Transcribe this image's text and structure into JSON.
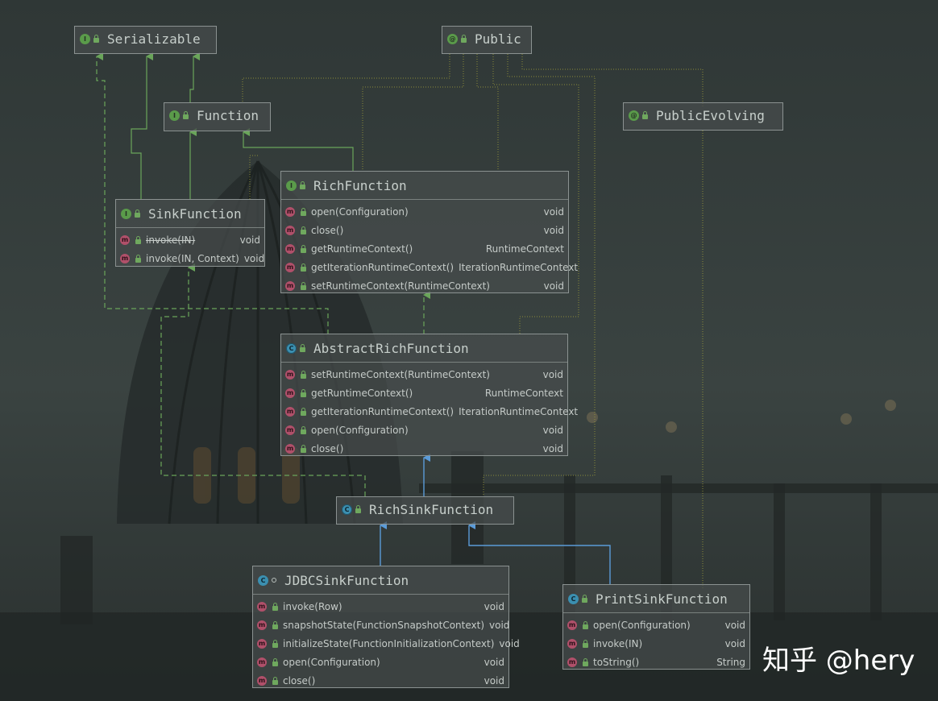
{
  "nodes": {
    "serializable": {
      "title": "Serializable",
      "kind": "I"
    },
    "public": {
      "title": "Public",
      "kind": "@"
    },
    "function": {
      "title": "Function",
      "kind": "I"
    },
    "public_evolving": {
      "title": "PublicEvolving",
      "kind": "@"
    },
    "rich_function": {
      "title": "RichFunction",
      "kind": "I",
      "methods": [
        {
          "name": "open(Configuration)",
          "type": "void"
        },
        {
          "name": "close()",
          "type": "void"
        },
        {
          "name": "getRuntimeContext()",
          "type": "RuntimeContext"
        },
        {
          "name": "getIterationRuntimeContext()",
          "type": "IterationRuntimeContext"
        },
        {
          "name": "setRuntimeContext(RuntimeContext)",
          "type": "void"
        }
      ]
    },
    "sink_function": {
      "title": "SinkFunction",
      "kind": "I",
      "methods": [
        {
          "name": "invoke(IN)",
          "type": "void"
        },
        {
          "name": "invoke(IN, Context)",
          "type": "void"
        }
      ]
    },
    "abstract_rich_function": {
      "title": "AbstractRichFunction",
      "kind": "C",
      "methods": [
        {
          "name": "setRuntimeContext(RuntimeContext)",
          "type": "void"
        },
        {
          "name": "getRuntimeContext()",
          "type": "RuntimeContext"
        },
        {
          "name": "getIterationRuntimeContext()",
          "type": "IterationRuntimeContext"
        },
        {
          "name": "open(Configuration)",
          "type": "void"
        },
        {
          "name": "close()",
          "type": "void"
        }
      ]
    },
    "rich_sink_function": {
      "title": "RichSinkFunction",
      "kind": "C"
    },
    "jdbc_sink_function": {
      "title": "JDBCSinkFunction",
      "kind": "C",
      "methods": [
        {
          "name": "invoke(Row)",
          "type": "void"
        },
        {
          "name": "snapshotState(FunctionSnapshotContext)",
          "type": "void"
        },
        {
          "name": "initializeState(FunctionInitializationContext)",
          "type": "void"
        },
        {
          "name": "open(Configuration)",
          "type": "void"
        },
        {
          "name": "close()",
          "type": "void"
        }
      ]
    },
    "print_sink_function": {
      "title": "PrintSinkFunction",
      "kind": "C",
      "methods": [
        {
          "name": "open(Configuration)",
          "type": "void"
        },
        {
          "name": "invoke(IN)",
          "type": "void"
        },
        {
          "name": "toString()",
          "type": "String"
        }
      ]
    }
  },
  "watermark": "知乎 @hery",
  "colors": {
    "interface_badge": "#5a9b4a",
    "class_badge": "#3b8fb0",
    "method_badge": "#b0506a",
    "extends_line": "#6aa55a",
    "implements_line": "#6aa55a",
    "class_extends_line": "#5b9bd8",
    "annotation_line": "#9a9a3a"
  }
}
